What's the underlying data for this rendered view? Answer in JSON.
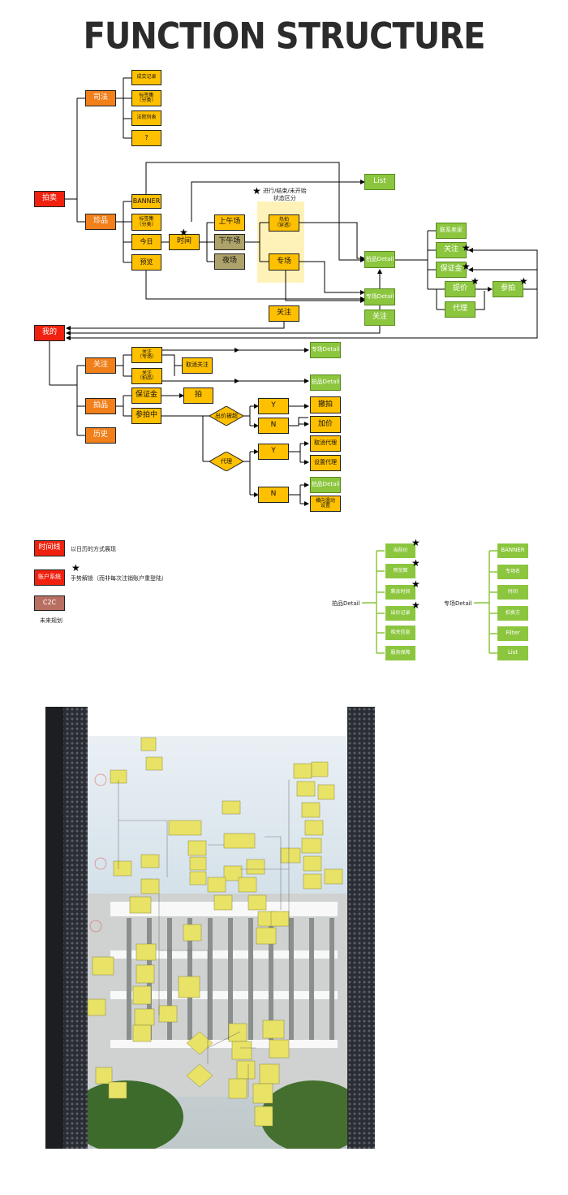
{
  "title": "FUNCTION STRUCTURE",
  "star_char": "★",
  "nodes": {
    "paimai": "拍卖",
    "sifa": "司法",
    "zhenpin": "珍品",
    "chengjiao": "成交记录",
    "biaoqianji1": "标签集\n（分类）",
    "fayuan": "法院列表",
    "question": "?",
    "banner": "BANNER",
    "biaoqianji2": "标签集\n（分类）",
    "jinri": "今日",
    "yulan": "预览",
    "shijian": "时间",
    "shangwu": "上午场",
    "xiawu": "下午场",
    "yechang": "夜场",
    "star_note": "进行/结束/未开始\n状态区分",
    "repai": "热拍\n（穿透）",
    "zhuanchang": "专场",
    "list": "List",
    "paipin_detail": "拍品Detail",
    "zhuanchang_detail": "专场Detail",
    "guanzhu_mid": "关注",
    "guanzhu_green": "关注",
    "lianxi": "联系卖家",
    "guanzhu_r": "关注",
    "baozhengjin_r": "保证金",
    "tijia": "提价",
    "canpai": "参拍",
    "daili": "代理",
    "wode": "我的",
    "guanzhu_my": "关注",
    "paipin_my": "拍品",
    "lishi": "历史",
    "gz_zhuanchang": "关注\n（专场）",
    "gz_paipin": "关注\n（拍品）",
    "quxiao_gz": "取消关注",
    "zc_detail2": "专场Detail",
    "pp_detail2": "拍品Detail",
    "baozhengjin2": "保证金",
    "pai": "拍",
    "canpaizhong": "参拍中",
    "chujia": "出价被超",
    "y1": "Y",
    "n1": "N",
    "chepai": "撤拍",
    "jiajia": "加价",
    "daili_d": "代理",
    "y2": "Y",
    "n2": "N",
    "quxiao_dl": "取消代理",
    "shezhi_dl": "设置代理",
    "pp_detail3": "拍品Detail",
    "hengxiang": "横向滑动\n设置"
  },
  "legend": {
    "shijianxian": "时间线",
    "shijianxian_desc": "以日历的方式展现",
    "shoushi_desc": "手势解锁（而非每次注销账户重登陆）",
    "zhanghu": "账户系统",
    "c2c": "C2C",
    "c2c_desc": "未来规划"
  },
  "paipin_tree": {
    "root": "拍品Detail",
    "items": [
      "当前价",
      "预览图",
      "剩余时间",
      "出价记录",
      "相关信息",
      "服务保障"
    ]
  },
  "zhuanchang_tree": {
    "root": "专场Detail",
    "items": [
      "BANNER",
      "专场名",
      "时间",
      "拍卖方",
      "Filter",
      "List"
    ]
  },
  "colors": {
    "red": "#f0220f",
    "orange": "#f17f1a",
    "yellow": "#ffc000",
    "olive": "#ada36a",
    "green": "#8cc63f",
    "highlight": "#fff2b8",
    "c2c": "#b86f62"
  }
}
